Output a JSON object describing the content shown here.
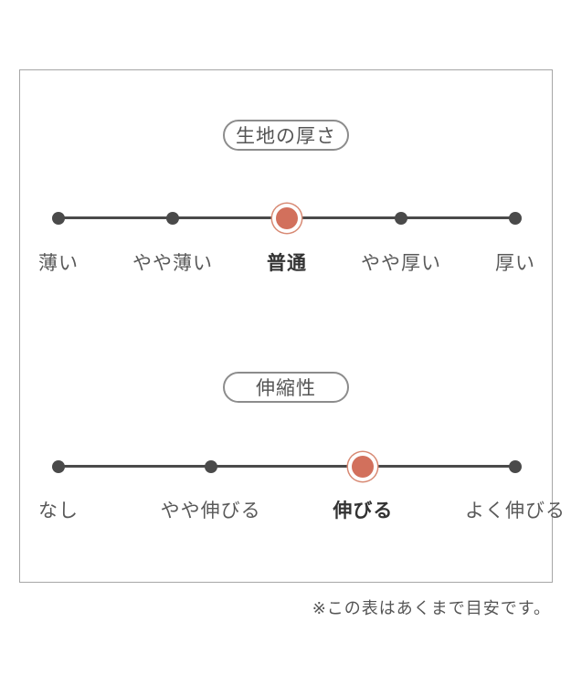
{
  "page": {
    "note": "※この表はあくまで目安です。"
  },
  "colors": {
    "accent": "#d2705c",
    "accent_ring": "#d88a74",
    "track": "#4a4a4a",
    "label": "#595959",
    "label_selected": "#333333",
    "frame_border": "#a6a6a6",
    "pill_border": "#8c8c8c"
  },
  "chart_data": [
    {
      "type": "scale",
      "title": "生地の厚さ",
      "categories": [
        "薄い",
        "やや薄い",
        "普通",
        "やや厚い",
        "厚い"
      ],
      "selected_index": 2,
      "selected_label": "普通",
      "positions_pct": [
        0,
        25,
        50,
        75,
        100
      ]
    },
    {
      "type": "scale",
      "title": "伸縮性",
      "categories": [
        "なし",
        "やや伸びる",
        "伸びる",
        "よく伸びる"
      ],
      "selected_index": 2,
      "selected_label": "伸びる",
      "positions_pct": [
        0,
        33.33,
        66.67,
        100
      ]
    }
  ]
}
